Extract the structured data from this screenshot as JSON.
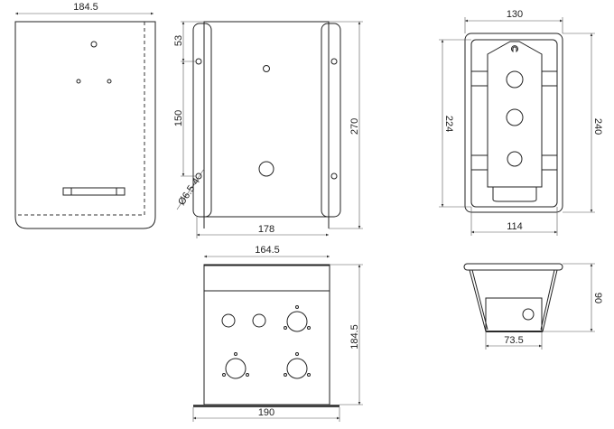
{
  "front_view": {
    "width_label": "184.5"
  },
  "side_view": {
    "dim_top": "53",
    "dim_hole_spacing": "150",
    "dim_height": "270",
    "dim_width": "178",
    "hole_note": "Ø6.5-4"
  },
  "back_view": {
    "dim_width": "164.5",
    "dim_height": "184.5",
    "dim_base": "190"
  },
  "top_view": {
    "dim_outer_width": "130",
    "dim_inner_height": "224",
    "dim_outer_height": "240",
    "dim_inner_width": "114"
  },
  "section_view": {
    "dim_depth": "90",
    "dim_bottom": "73.5"
  }
}
